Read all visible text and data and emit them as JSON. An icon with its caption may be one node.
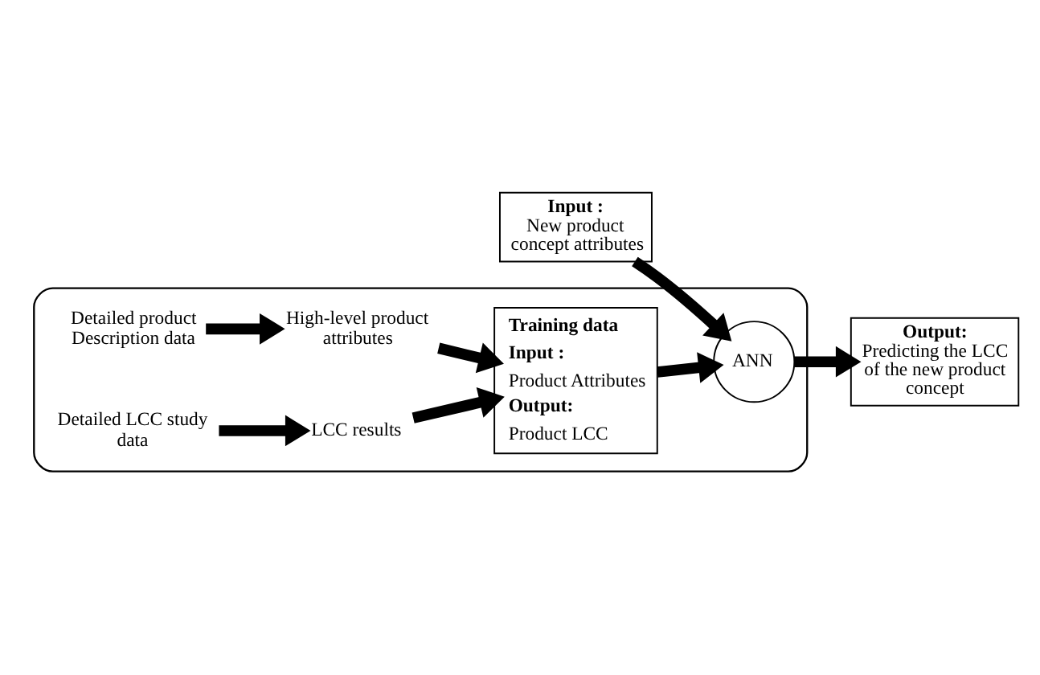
{
  "diagram": {
    "nodes": [
      {
        "text": [
          "Input :",
          "New product concept attributes"
        ]
      },
      {
        "text": [],
        "shape": "box"
      },
      {
        "text": [
          "Detailed product Description data"
        ],
        "in": 1
      },
      {
        "text": [
          "High-level product attributes"
        ],
        "in": 1
      },
      {
        "text": [
          "Training data",
          "Input :",
          "Product Attributes",
          "Output:",
          "Product LCC"
        ],
        "in": 1
      },
      {
        "text": [
          "ANN"
        ],
        "in": 1
      },
      {
        "text": [
          "Detailed LCC study data"
        ],
        "in": 1
      },
      {
        "text": [
          "LCC results"
        ],
        "in": 1
      },
      {
        "text": [
          "Output:",
          "Predicting the LCC of the new product concept"
        ]
      }
    ],
    "edges": [
      {
        "from": 2,
        "to": 3,
        "arrow": "to"
      },
      {
        "from": 3,
        "to": 4,
        "arrow": "to"
      },
      {
        "from": 6,
        "to": 7,
        "arrow": "to"
      },
      {
        "from": 7,
        "to": 4,
        "arrow": "to"
      },
      {
        "from": 4,
        "to": 5,
        "arrow": "to"
      },
      {
        "from": 0,
        "to": 5,
        "arrow": "to"
      },
      {
        "from": 5,
        "to": 8,
        "arrow": "to"
      }
    ]
  }
}
